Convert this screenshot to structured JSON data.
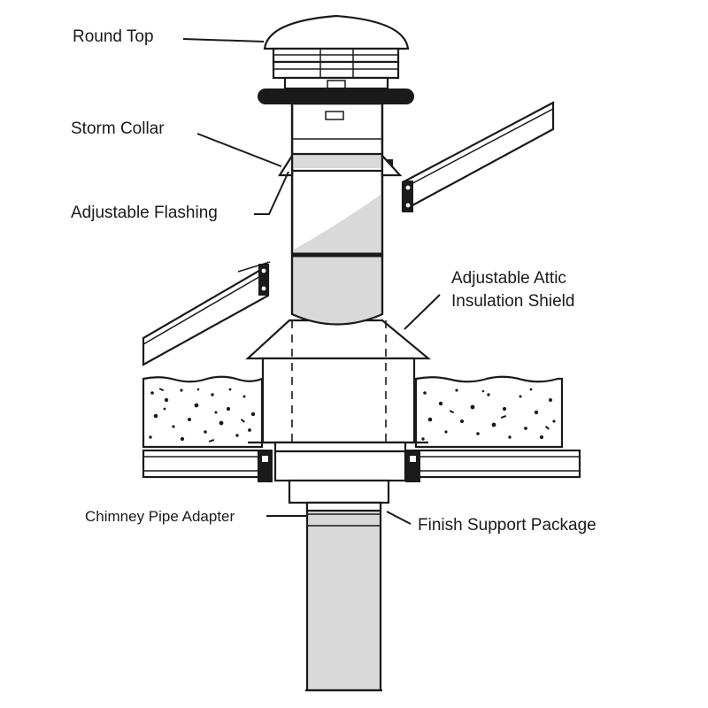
{
  "labels": {
    "round_top": "Round Top",
    "storm_collar": "Storm Collar",
    "adjustable_flashing": "Adjustable Flashing",
    "attic_shield_line1": "Adjustable Attic",
    "attic_shield_line2": "Insulation Shield",
    "chimney_pipe_adapter": "Chimney Pipe Adapter",
    "finish_support_package": "Finish Support Package"
  },
  "colors": {
    "outline": "#1a1a1a",
    "pipe_fill": "#d9d9d9",
    "background": "#ffffff"
  }
}
